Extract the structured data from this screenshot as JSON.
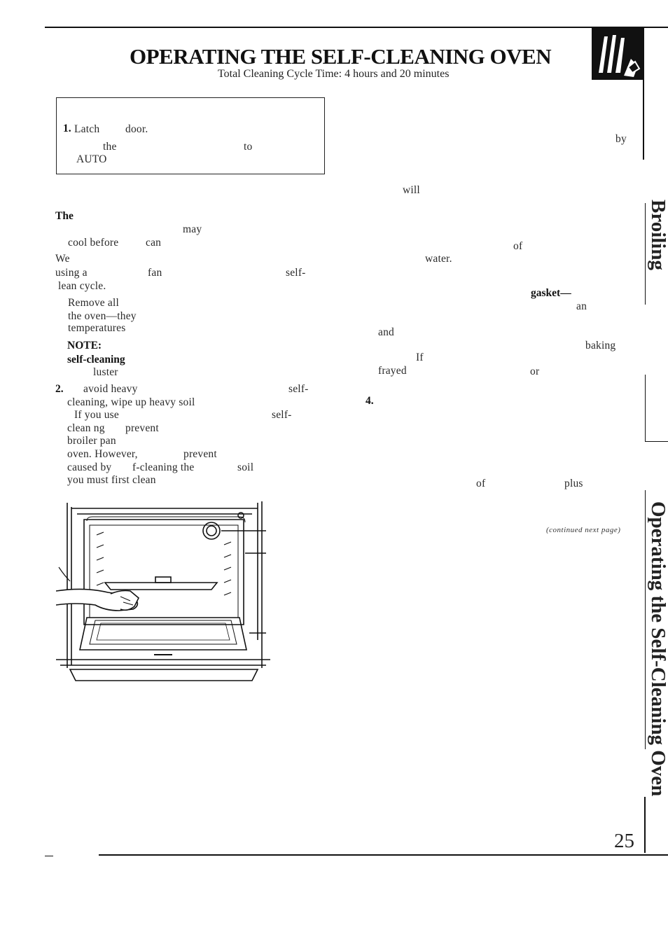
{
  "header": {
    "title": "OPERATING THE SELF-CLEANING OVEN",
    "subtitle": "Total Cleaning Cycle Time: 4 hours and 20 minutes"
  },
  "box_fragments": {
    "step1": "1.",
    "latch": "Latch",
    "door": "door.",
    "the": "the",
    "to": "to",
    "auto": "AUTO"
  },
  "left_fragments": {
    "the_bold": "The",
    "may": "may",
    "cool_before": "cool before",
    "can": "can",
    "we": "We",
    "using_a": "using a",
    "fan": "fan",
    "self_1": "self-",
    "clean_cycle": "lean cycle.",
    "remove_all": "Remove all",
    "the_oven_they": "the oven—they",
    "temperatures": "temperatures",
    "note": "NOTE:",
    "self_cleaning": "self-cleaning",
    "luster": "luster",
    "step2": "2.",
    "avoid_heavy": "avoid heavy",
    "self_2": "self-",
    "cleaning_wipe": "cleaning, wipe up heavy soil",
    "if_you_use": "If you use",
    "self_3": "self-",
    "clean_ng": "clean ng",
    "prevent_1": "prevent",
    "broiler_pan": "broiler pan",
    "oven_however": "oven. However,",
    "prevent_2": "prevent",
    "caused_by": "caused by",
    "f_cleaning_the": "f-cleaning the",
    "soil": "soil",
    "you_must": "you must first clean"
  },
  "right_fragments": {
    "by": "by",
    "will": "will",
    "of_1": "of",
    "water": "water.",
    "gasket": "gasket—",
    "an": "an",
    "and": "and",
    "baking": "baking",
    "if": "If",
    "frayed": "frayed",
    "or": "or",
    "step4": "4.",
    "of_2": "of",
    "plus": "plus",
    "continued": "(continued next page)"
  },
  "sidebar": {
    "tab_broiling": "Broiling",
    "tab_self_cleaning": "Operating the Self-Cleaning Oven"
  },
  "footer": {
    "page_number": "25"
  },
  "icons": {
    "header_icon": "hand-pressing-icon"
  },
  "colors": {
    "ink": "#111111",
    "paper": "#ffffff"
  }
}
